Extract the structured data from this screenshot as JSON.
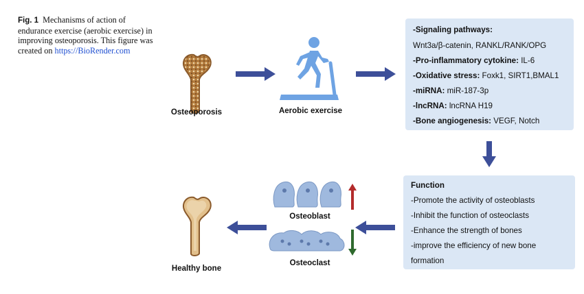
{
  "caption": {
    "fig": "Fig. 1",
    "text": "Mechanisms of action of endurance exercise (aerobic exercise) in improving osteoporosis. This figure was created on ",
    "link": "https://BioRender.com"
  },
  "labels": {
    "osteoporosis": "Osteoporosis",
    "aerobic": "Aerobic exercise",
    "osteoblast": "Osteoblast",
    "osteoclast": "Osteoclast",
    "healthy": "Healthy bone"
  },
  "mechanisms": [
    {
      "key": "-Signaling pathways:",
      "value": ""
    },
    {
      "key": "",
      "value": "Wnt3a/β-catenin, RANKL/RANK/OPG"
    },
    {
      "key": "-Pro-inflammatory cytokine:",
      "value": " IL-6"
    },
    {
      "key": "-Oxidative stress:",
      "value": " Foxk1, SIRT1,BMAL1"
    },
    {
      "key": "-miRNA:",
      "value": " miR-187-3p"
    },
    {
      "key": "-lncRNA:",
      "value": " lncRNA H19"
    },
    {
      "key": "-Bone angiogenesis:",
      "value": " VEGF, Notch"
    }
  ],
  "function": {
    "title": "Function",
    "items": [
      "-Promote the activity of osteoblasts",
      "-Inhibit the function of osteoclasts",
      "-Enhance the strength of bones",
      "-improve the efficiency of new bone",
      "formation"
    ]
  },
  "colors": {
    "arrow": "#3d4f99",
    "box": "#dbe7f5",
    "up": "#b32b2b",
    "down": "#2f6a2e",
    "cell": "#9fb9de",
    "bone_outline": "#8a5a2b"
  }
}
